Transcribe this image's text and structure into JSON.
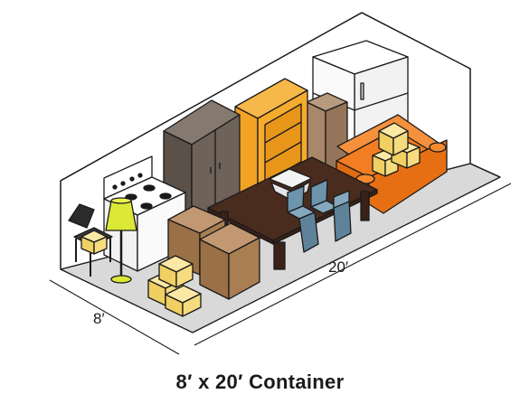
{
  "title": "8′ x 20′ Container",
  "dimensions": {
    "width": "8′",
    "length": "20′"
  },
  "contents": [
    "chair",
    "floor-lamp",
    "stove",
    "wardrobe",
    "bookshelf",
    "refrigerator",
    "dresser",
    "couch",
    "dining-table",
    "dining-chairs",
    "storage-bin",
    "cardboard-boxes"
  ],
  "colors": {
    "container_floor": "#d9d9d9",
    "container_wall": "#ffffff",
    "outline": "#1a1a1a",
    "wardrobe": "#6e6259",
    "bookshelf": "#f2a324",
    "dresser": "#a8876a",
    "couch": "#f27d22",
    "table": "#4a2c1f",
    "chairs": "#6d94ad",
    "lamp": "#dce836",
    "boxes_kraft": "#a87e52",
    "boxes_yellow": "#f6dc7e"
  }
}
